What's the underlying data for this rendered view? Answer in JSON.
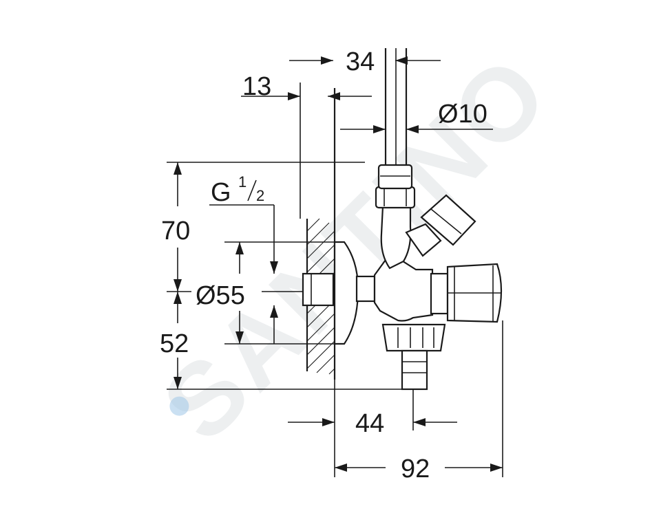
{
  "dimensions": {
    "top_spacing": "34",
    "wall_offset": "13",
    "pipe_diameter": "Ø10",
    "thread_main": "G",
    "thread_num": "1",
    "thread_den": "2",
    "height_upper": "70",
    "rosette_diameter": "Ø55",
    "height_lower": "52",
    "outlet_depth": "44",
    "total_depth": "92"
  },
  "watermark": {
    "text": "SANTINO",
    "color": "#d8dde0",
    "accent_color": "#9fc7e8"
  },
  "colors": {
    "line": "#1a1a1a",
    "background": "#ffffff"
  }
}
